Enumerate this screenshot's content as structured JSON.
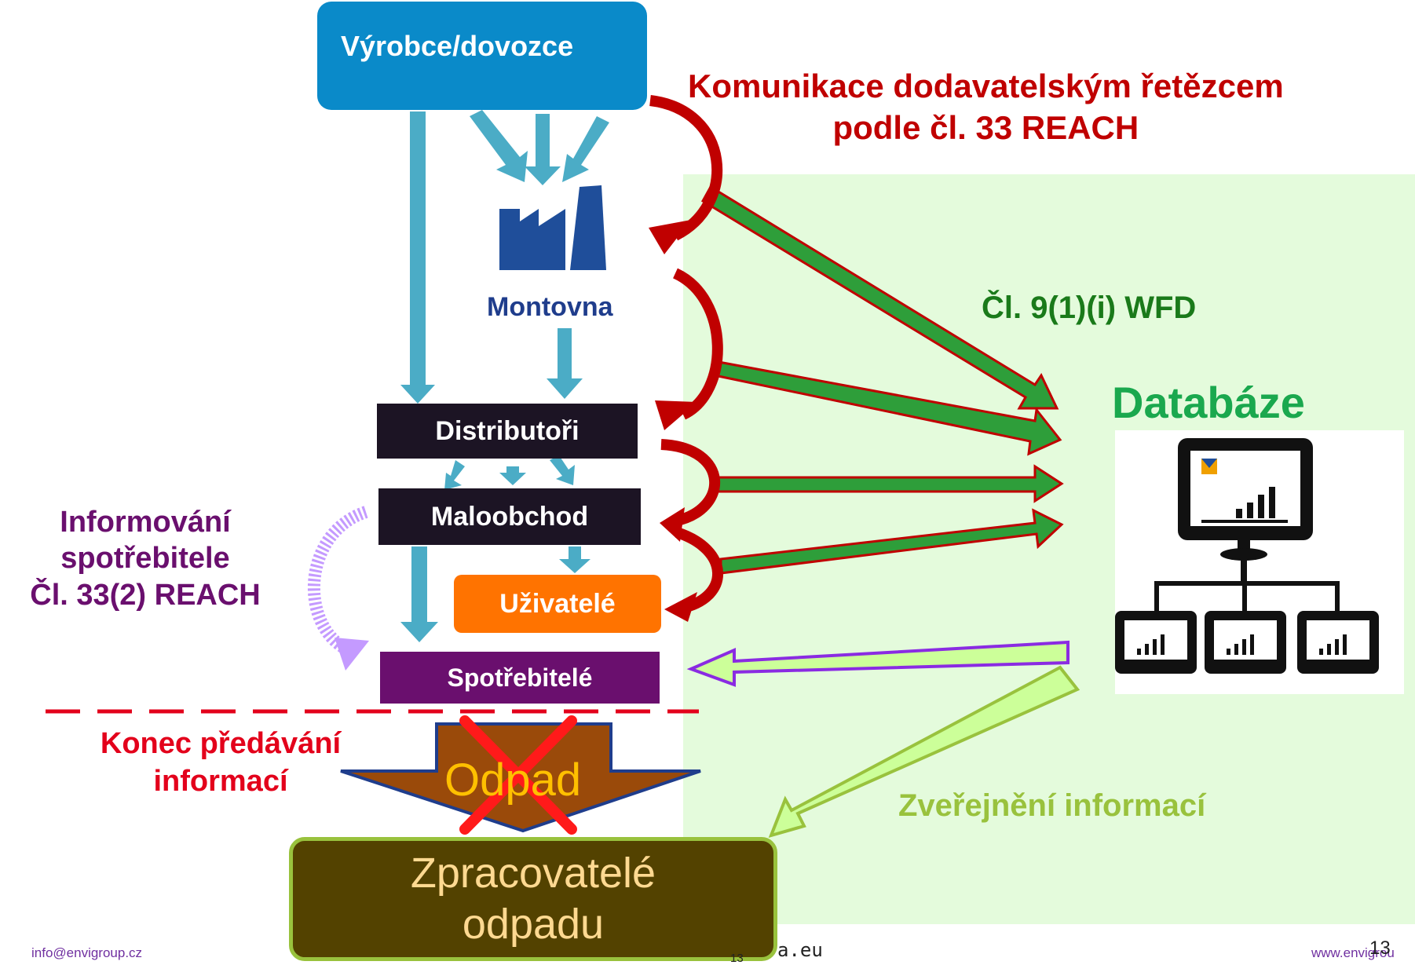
{
  "nodes": {
    "manufacturer": "Výrobce/dovozce",
    "assembly": "Montovna",
    "distributors": "Distributoři",
    "retail": "Maloobchod",
    "users": "Uživatelé",
    "consumers": "Spotřebitelé",
    "waste": "Odpad",
    "processors_line1": "Zpracovatelé",
    "processors_line2": "odpadu",
    "database": "Databáze"
  },
  "labels": {
    "supply_chain_line1": "Komunikace dodavatelským řetězcem",
    "supply_chain_line2": "podle čl. 33 REACH",
    "wfd": "Čl. 9(1)(i) WFD",
    "consumer_info_line1": "Informování",
    "consumer_info_line2": "spotřebitele",
    "consumer_info_line3": "Čl. 33(2) REACH",
    "end_info_line1": "Konec předávání",
    "end_info_line2": "informací",
    "publication": "Zveřejnění informací"
  },
  "footer": {
    "email": "info@envigroup.cz",
    "website": "www.envigrou",
    "page_number": "13",
    "page_number_small": "13",
    "fragment": "a.eu"
  },
  "colors": {
    "manufacturer": "#0a8ac9",
    "assembly_text": "#1f3d8c",
    "flow_arrow": "#4bacc6",
    "dark_box": "#1c1424",
    "users": "#ff7300",
    "consumers": "#6a0f6e",
    "supply_chain": "#c00000",
    "wfd_arrow": "#2e9e3a",
    "database_text": "#1aa84e",
    "publication": "#99c23d",
    "waste": "#9a4a0a",
    "processors": "#534200",
    "end_line": "#e3001b",
    "green_panel": "#e4fbdc"
  },
  "icons": [
    "factory-icon",
    "database-network-icon",
    "cross-icon"
  ]
}
